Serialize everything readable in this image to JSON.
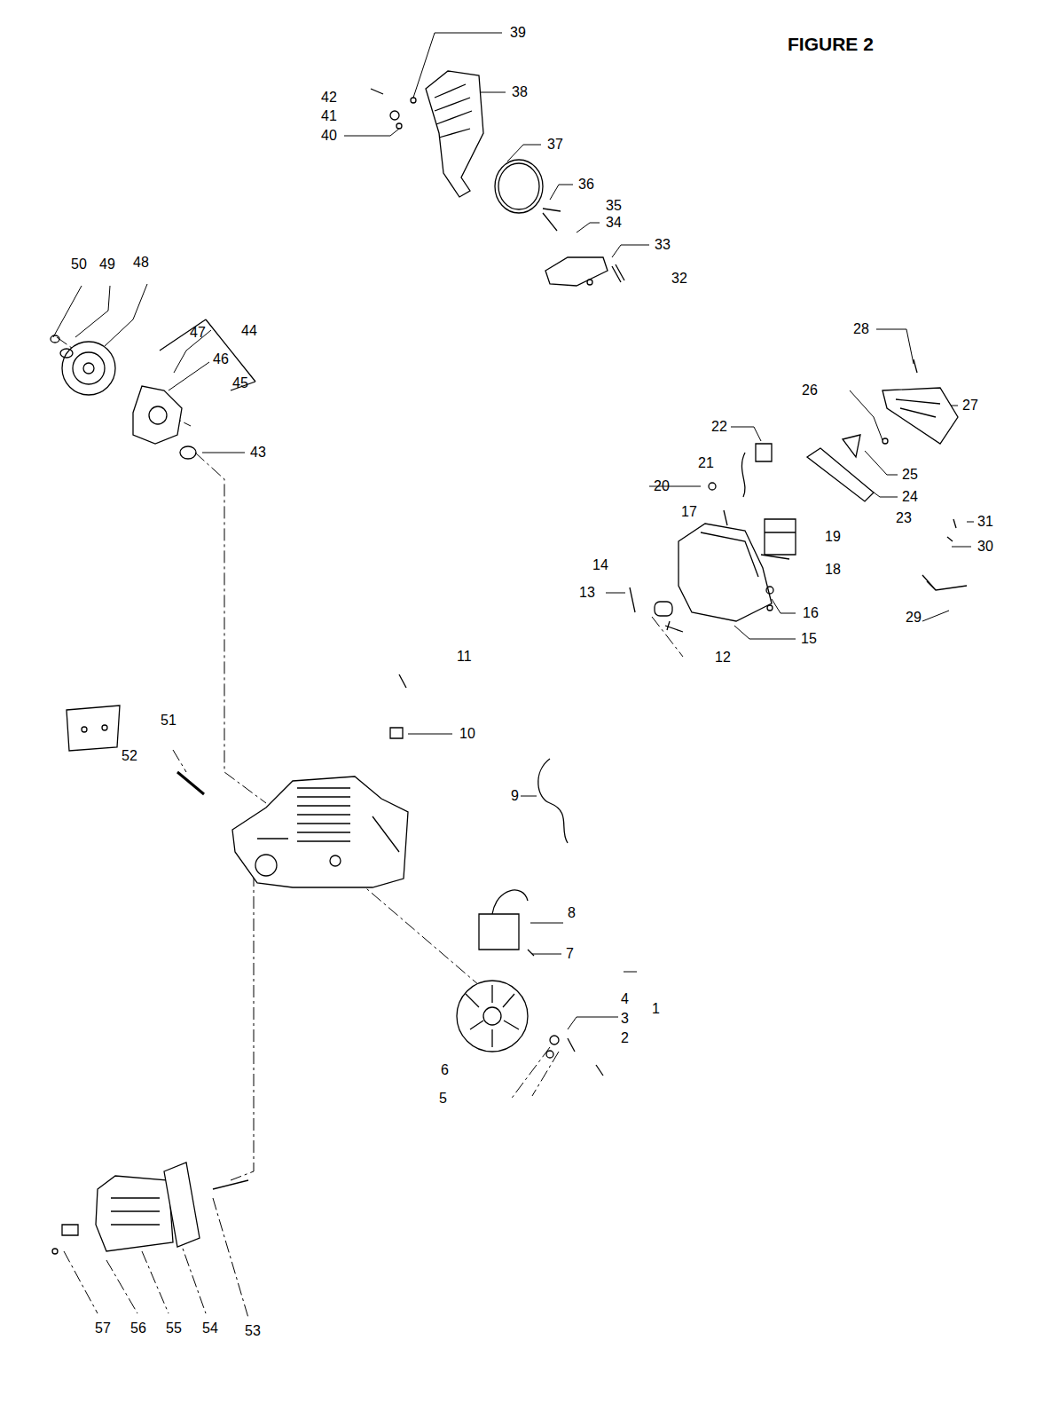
{
  "diagram": {
    "title": "FIGURE 2",
    "labels": [
      "39",
      "38",
      "42",
      "41",
      "40",
      "37",
      "36",
      "35",
      "34",
      "33",
      "48",
      "50",
      "49",
      "32",
      "28",
      "44",
      "47",
      "46",
      "45",
      "26",
      "27",
      "22",
      "43",
      "21",
      "25",
      "20",
      "24",
      "17",
      "23",
      "31",
      "19",
      "30",
      "14",
      "18",
      "13",
      "16",
      "29",
      "15",
      "11",
      "12",
      "51",
      "10",
      "52",
      "9",
      "8",
      "7",
      "4",
      "1",
      "3",
      "2",
      "6",
      "5",
      "57",
      "56",
      "55",
      "54",
      "53"
    ]
  }
}
